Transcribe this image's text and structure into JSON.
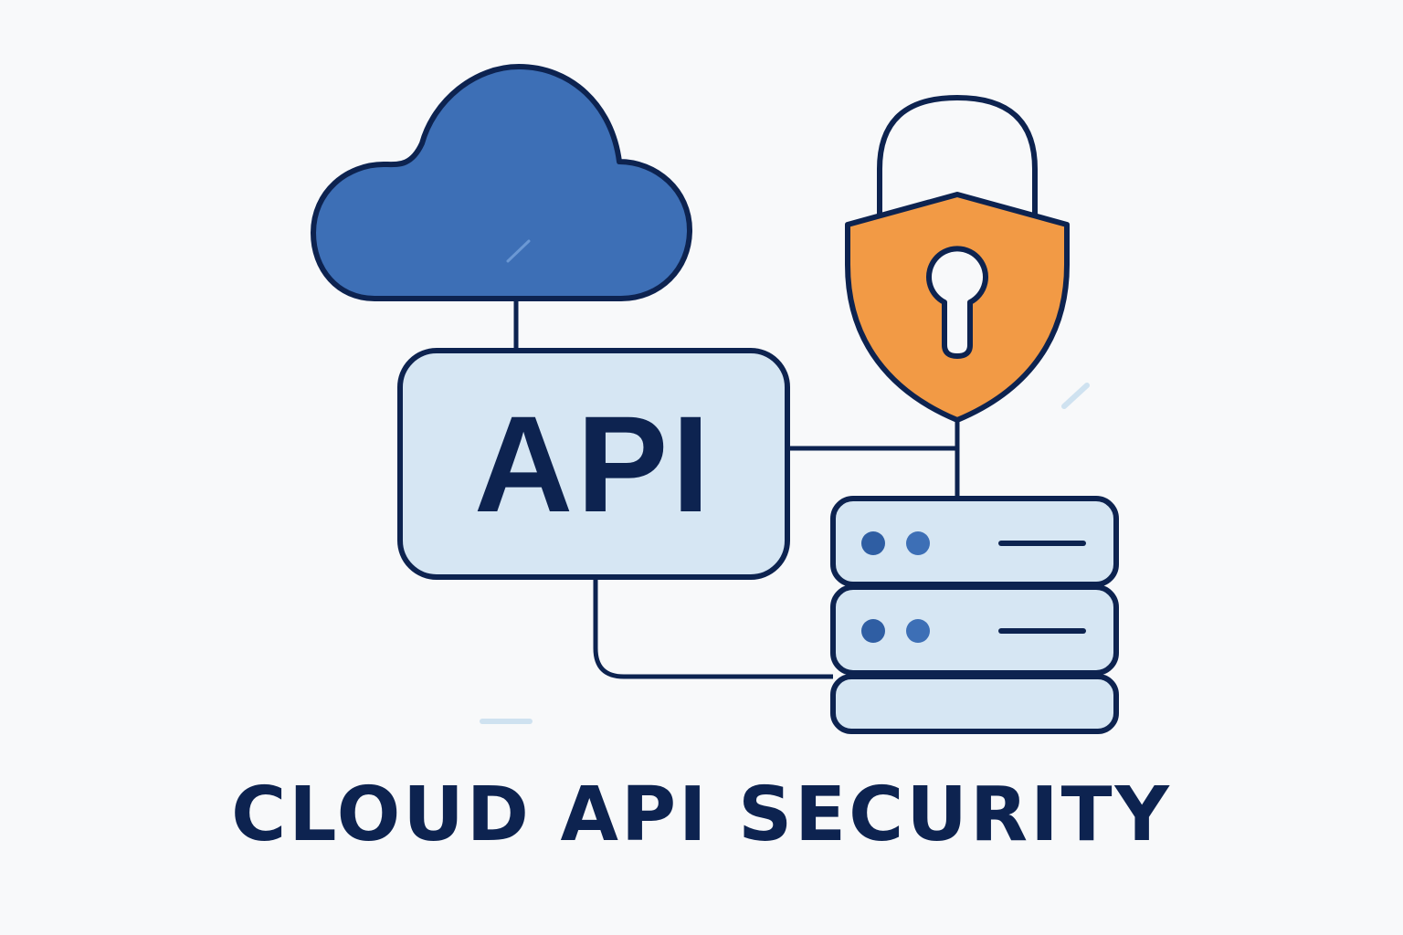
{
  "title": "CLOUD API SECURITY",
  "nodes": {
    "cloud": {
      "icon": "cloud-icon"
    },
    "api": {
      "label": "API"
    },
    "lock": {
      "icon": "lock-shield-icon"
    },
    "server": {
      "icon": "server-stack-icon",
      "units": 3
    }
  },
  "colors": {
    "background": "#f8f9fa",
    "outline": "#0d2350",
    "cloud_fill": "#3d6fb6",
    "panel_fill": "#d6e6f3",
    "shield_fill": "#f29a45",
    "led": "#3d6fb6",
    "accent_light": "#cfe2f0"
  }
}
